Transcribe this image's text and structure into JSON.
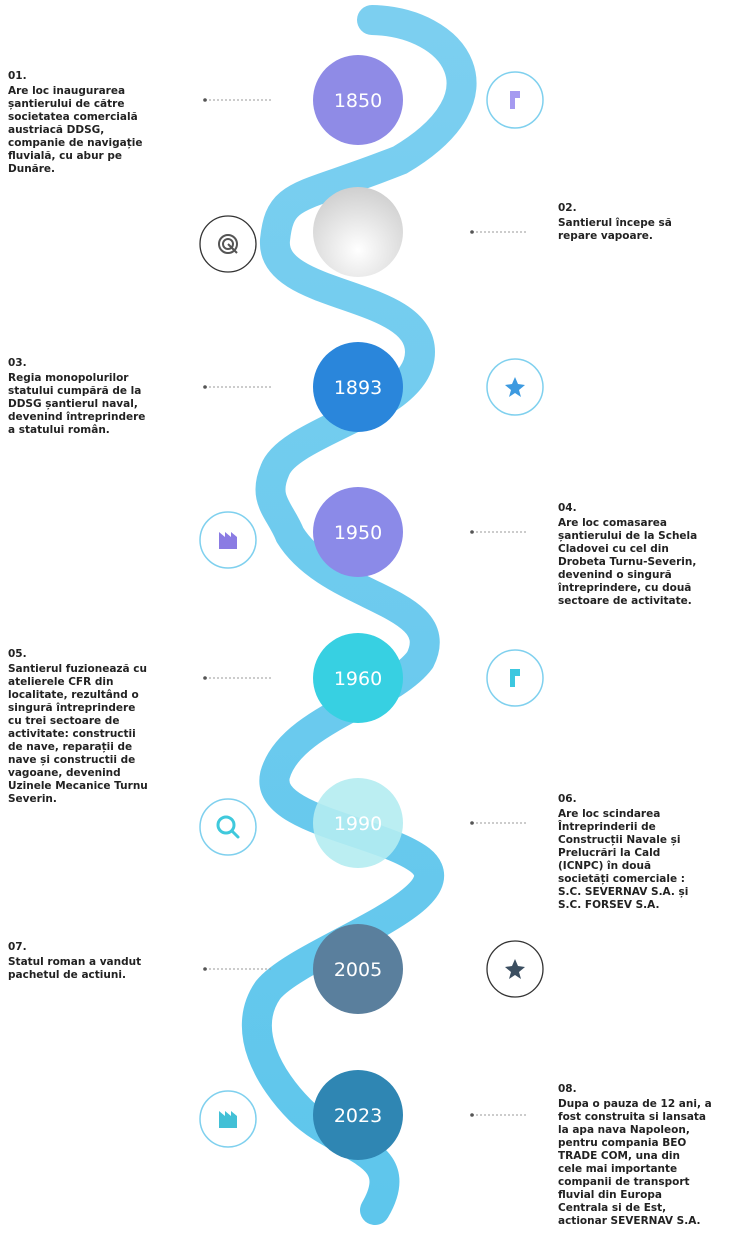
{
  "events": [
    {
      "num": "01.",
      "year": "1850",
      "side": "left",
      "text": "Are loc inaugurarea\nșantierului de către\nsocietatea comercială\naustriacă DDSG,\ncompanie de navigație\nfluvială, cu abur pe\nDunăre.",
      "circle_color": "#8f8be6",
      "icon": "document-icon",
      "icon_color": "#a59af0"
    },
    {
      "num": "02.",
      "year": "",
      "side": "right",
      "text": "Santierul începe să\nrepare vapoare.",
      "circle_color": "#d7d7d7",
      "icon": "radar-icon",
      "icon_color": "#555555"
    },
    {
      "num": "03.",
      "year": "1893",
      "side": "left",
      "text": "Regia monopolurilor\nstatului cumpără de la\nDDSG șantierul naval,\ndevenind întreprindere\na statului român.",
      "circle_color": "#2a86db",
      "icon": "star-icon",
      "icon_color": "#3d9ae0"
    },
    {
      "num": "04.",
      "year": "1950",
      "side": "right",
      "text": "Are loc comasarea\nșantierului de la Schela\nCladovei cu cel din\nDrobeta Turnu-Severin,\ndevenind o singură\nîntreprindere, cu două\nsectoare de activitate.",
      "circle_color": "#8b8ae8",
      "icon": "factory-icon",
      "icon_color": "#8a7be3"
    },
    {
      "num": "05.",
      "year": "1960",
      "side": "left",
      "text": "Santierul fuzionează cu\natelierele CFR din\nlocalitate, rezultând o\nsingură întreprindere\ncu trei sectoare de\nactivitate: constructii\nde nave, reparații de\nnave și constructii de\nvagoane, devenind\nUzinele Mecanice Turnu\nSeverin.",
      "circle_color": "#37d0e2",
      "icon": "document-icon",
      "icon_color": "#3cc7df"
    },
    {
      "num": "06.",
      "year": "1990",
      "side": "right",
      "text": "Are loc scindarea\nÎntreprinderii de\nConstrucții Navale și\nPrelucrări la Cald\n(ICNPC) în două\nsocietăți comerciale :\nS.C. SEVERNAV S.A. și\nS.C. FORSEV S.A.",
      "circle_color": "#b4ecf1",
      "icon": "magnifier-icon",
      "icon_color": "#3fc9dc"
    },
    {
      "num": "07.",
      "year": "2005",
      "side": "left",
      "text": "Statul roman a vandut\npachetul de actiuni.",
      "circle_color": "#5a7f9d",
      "icon": "star-icon",
      "icon_color": "#3b4e60"
    },
    {
      "num": "08.",
      "year": "2023",
      "side": "right",
      "text": "Dupa o pauza de 12 ani, a\nfost construita si lansata\nla apa nava Napoleon,\npentru compania BEO\nTRADE COM, una din\ncele mai importante\ncompanii de transport\nfluvial din Europa\nCentrala si de Est,\nactionar SEVERNAV S.A.",
      "circle_color": "#2f86b3",
      "icon": "factory-icon",
      "icon_color": "#42c0d6"
    }
  ]
}
